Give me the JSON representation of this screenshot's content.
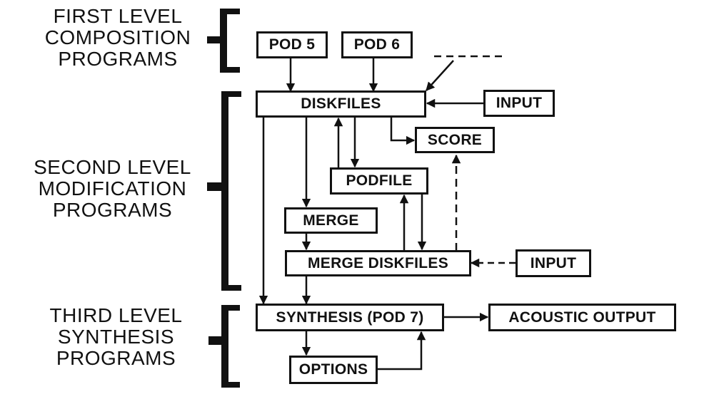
{
  "levels": [
    {
      "id": "first",
      "lines": [
        "FIRST LEVEL",
        "COMPOSITION",
        "PROGRAMS"
      ]
    },
    {
      "id": "second",
      "lines": [
        "SECOND LEVEL",
        "MODIFICATION",
        "PROGRAMS"
      ]
    },
    {
      "id": "third",
      "lines": [
        "THIRD LEVEL",
        "SYNTHESIS",
        "PROGRAMS"
      ]
    }
  ],
  "nodes": {
    "pod5": "POD 5",
    "pod6": "POD 6",
    "diskfiles": "DISKFILES",
    "input_top": "INPUT",
    "score": "SCORE",
    "podfile": "PODFILE",
    "merge": "MERGE",
    "merge_diskfiles": "MERGE DISKFILES",
    "input_bottom": "INPUT",
    "synthesis": "SYNTHESIS (POD 7)",
    "acoustic_output": "ACOUSTIC OUTPUT",
    "options": "OPTIONS"
  },
  "edges": [
    {
      "from": "pod5",
      "to": "diskfiles",
      "style": "solid"
    },
    {
      "from": "pod6",
      "to": "diskfiles",
      "style": "solid"
    },
    {
      "from": "external",
      "to": "diskfiles",
      "style": "dashed-source"
    },
    {
      "from": "input_top",
      "to": "diskfiles",
      "style": "solid"
    },
    {
      "from": "diskfiles",
      "to": "score",
      "style": "solid"
    },
    {
      "from": "diskfiles",
      "to": "podfile",
      "style": "solid"
    },
    {
      "from": "podfile",
      "to": "diskfiles",
      "style": "solid"
    },
    {
      "from": "diskfiles",
      "to": "merge",
      "style": "solid"
    },
    {
      "from": "diskfiles",
      "to": "synthesis",
      "style": "solid"
    },
    {
      "from": "merge",
      "to": "merge_diskfiles",
      "style": "solid"
    },
    {
      "from": "merge_diskfiles",
      "to": "podfile",
      "style": "solid"
    },
    {
      "from": "podfile",
      "to": "merge_diskfiles",
      "style": "solid"
    },
    {
      "from": "merge_diskfiles",
      "to": "score",
      "style": "dashed"
    },
    {
      "from": "input_bottom",
      "to": "merge_diskfiles",
      "style": "dashed"
    },
    {
      "from": "merge_diskfiles",
      "to": "synthesis",
      "style": "solid"
    },
    {
      "from": "synthesis",
      "to": "acoustic_output",
      "style": "solid"
    },
    {
      "from": "synthesis",
      "to": "options",
      "style": "solid"
    },
    {
      "from": "options",
      "to": "synthesis",
      "style": "solid"
    }
  ]
}
